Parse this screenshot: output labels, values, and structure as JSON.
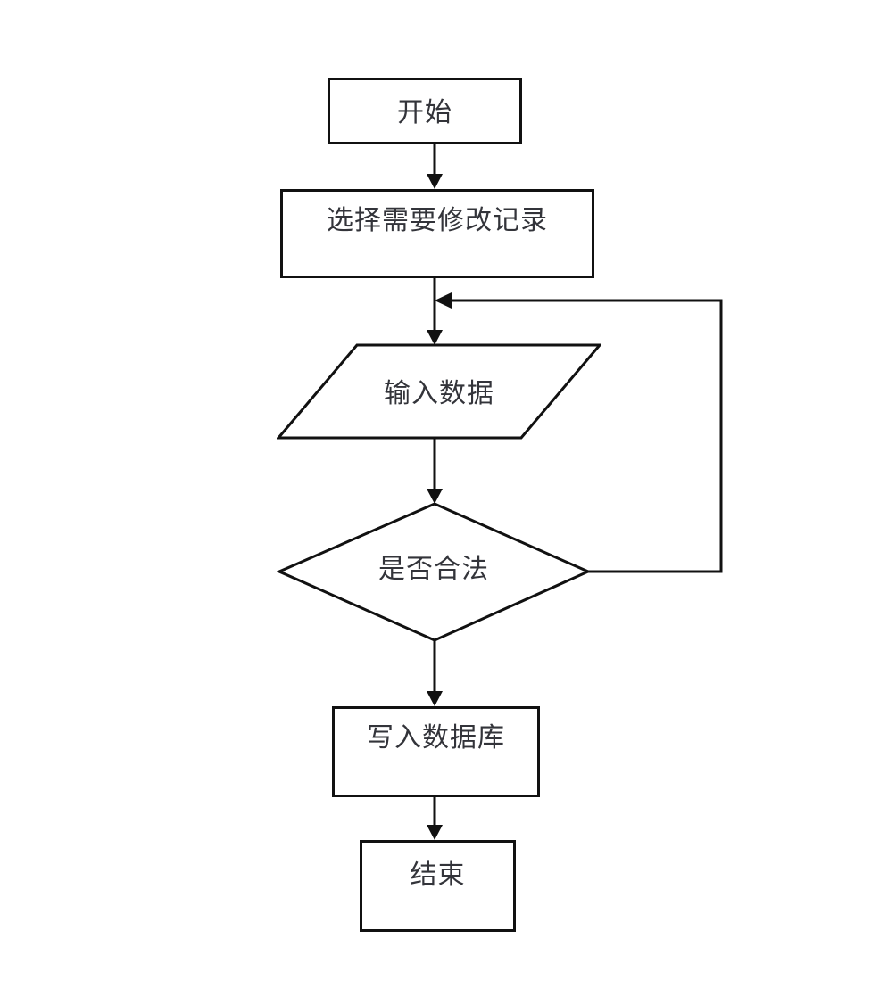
{
  "diagram": {
    "type": "flowchart",
    "orientation": "top-to-bottom",
    "background_color": "#ffffff",
    "line_color": "#111111",
    "text_color": "#33343a",
    "nodes": [
      {
        "id": "start",
        "label": "开始",
        "shape": "rectangle"
      },
      {
        "id": "select",
        "label": "选择需要修改记录",
        "shape": "rectangle"
      },
      {
        "id": "input",
        "label": "输入数据",
        "shape": "parallelogram"
      },
      {
        "id": "decision",
        "label": "是否合法",
        "shape": "diamond"
      },
      {
        "id": "write",
        "label": "写入数据库",
        "shape": "rectangle"
      },
      {
        "id": "end",
        "label": "结束",
        "shape": "rectangle"
      }
    ],
    "edges": [
      {
        "from": "start",
        "to": "select",
        "label": "",
        "arrow": "down"
      },
      {
        "from": "select",
        "to": "input",
        "label": "",
        "arrow": "down"
      },
      {
        "from": "input",
        "to": "decision",
        "label": "",
        "arrow": "down"
      },
      {
        "from": "decision",
        "to": "write",
        "label": "",
        "arrow": "down"
      },
      {
        "from": "write",
        "to": "end",
        "label": "",
        "arrow": "down"
      },
      {
        "from": "decision",
        "to": "input",
        "label": "",
        "arrow": "loop-right-to-top"
      }
    ]
  }
}
